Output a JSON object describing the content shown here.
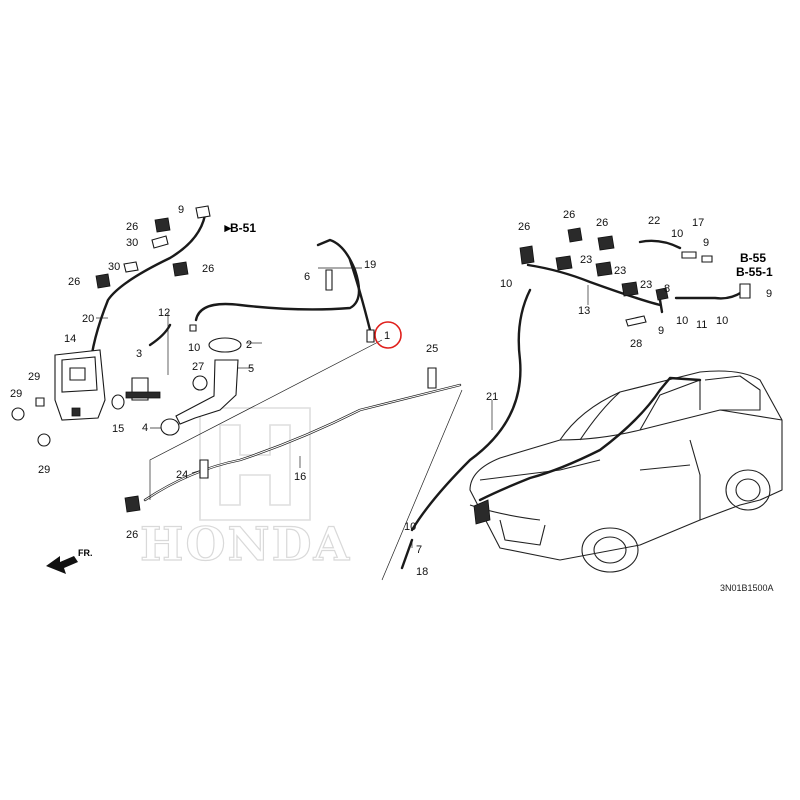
{
  "diagram": {
    "code": "3N01B1500A",
    "front_marker": "FR.",
    "watermark": "HONDA",
    "ref_labels": {
      "b51": "B-51",
      "b55": "B-55",
      "b551": "B-55-1"
    },
    "callouts": {
      "c1": "1",
      "c2": "2",
      "c3": "3",
      "c4": "4",
      "c5": "5",
      "c6": "6",
      "c7": "7",
      "c8": "8",
      "c9a": "9",
      "c9b": "9",
      "c9c": "9",
      "c9d": "9",
      "c10a": "10",
      "c10b": "10",
      "c10c": "10",
      "c10d": "10",
      "c10e": "10",
      "c10f": "10",
      "c11": "11",
      "c12": "12",
      "c13": "13",
      "c14": "14",
      "c15": "15",
      "c16": "16",
      "c17": "17",
      "c18": "18",
      "c19": "19",
      "c20": "20",
      "c21": "21",
      "c22": "22",
      "c23a": "23",
      "c23b": "23",
      "c23c": "23",
      "c24": "24",
      "c25": "25",
      "c26a": "26",
      "c26b": "26",
      "c26c": "26",
      "c26d": "26",
      "c26e": "26",
      "c26f": "26",
      "c26g": "26",
      "c27": "27",
      "c28": "28",
      "c29a": "29",
      "c29b": "29",
      "c29c": "29",
      "c30a": "30",
      "c30b": "30"
    },
    "highlight": {
      "color": "#e0201c"
    }
  }
}
